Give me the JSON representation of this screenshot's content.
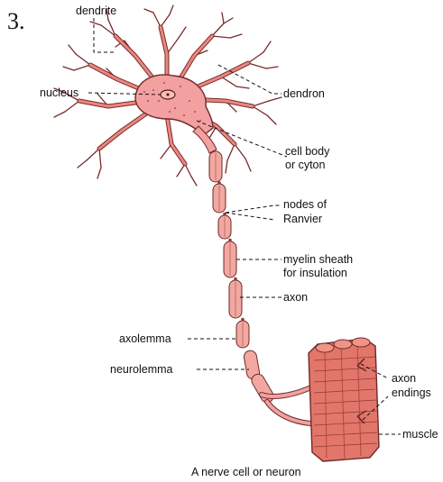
{
  "figure": {
    "number": "3.",
    "caption": "A nerve cell or neuron",
    "colors": {
      "cell": "#f2a0a0",
      "outline": "#6e2a2a",
      "muscle": "#e2766a",
      "muscle_dark": "#b24a3e"
    }
  },
  "labels": {
    "dendrite": "dendrite",
    "nucleus": "nucleus",
    "dendron": "dendron",
    "cell_body_1": "cell body",
    "cell_body_2": "or cyton",
    "nodes_1": "nodes of",
    "nodes_2": "Ranvier",
    "myelin_1": "myelin sheath",
    "myelin_2": "for insulation",
    "axon": "axon",
    "axolemma": "axolemma",
    "neurolemma": "neurolemma",
    "axon_endings_1": "axon",
    "axon_endings_2": "endings",
    "muscle": "muscle"
  }
}
